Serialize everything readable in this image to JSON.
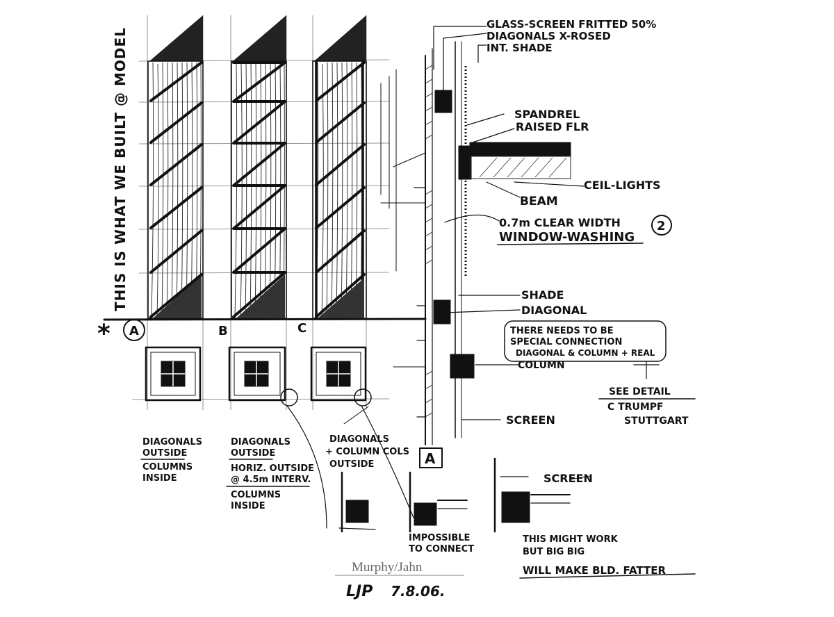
{
  "left_note": "THIS IS WHAT WE BUILT @ MODEL",
  "grid_labels": {
    "a": "A",
    "b": "B",
    "c": "C",
    "star": "*"
  },
  "section_tag": "A",
  "callouts": {
    "glass_screen": "GLASS-SCREEN FRITTED 50%",
    "diagonals_crossed": "DIAGONALS X-ROSED",
    "int_shade": "INT. SHADE",
    "spandrel": "SPANDREL",
    "raised_flr": "RAISED FLR",
    "ceil_lights": "CEIL-LIGHTS",
    "beam": "BEAM",
    "clear_width": "0.7m CLEAR WIDTH",
    "window_washing": "WINDOW-WASHING",
    "circled_number": "2",
    "shade": "SHADE",
    "diagonal": "DIAGONAL",
    "connection_1": "THERE NEEDS TO BE",
    "connection_2": "SPECIAL CONNECTION",
    "connection_3": "DIAGONAL & COLUMN + REAL",
    "column": "COLUMN",
    "see_detail_1": "SEE DETAIL",
    "see_detail_2": "C TRUMPF",
    "see_detail_3": "STUTTGART",
    "screen_right": "SCREEN",
    "screen_bottom": "SCREEN"
  },
  "options": [
    {
      "line1": "DIAGONALS",
      "line2": "OUTSIDE",
      "line3": "COLUMNS",
      "line4": "INSIDE"
    },
    {
      "line1": "DIAGONALS",
      "line2": "OUTSIDE",
      "line3": "HORIZ. OUTSIDE",
      "line4": "@ 4.5m INTERV.",
      "line5": "COLUMNS",
      "line6": "INSIDE"
    },
    {
      "line1": "DIAGONALS",
      "line2": "+ COLUMN COLS",
      "line3": "OUTSIDE"
    }
  ],
  "details": {
    "impossible_1": "IMPOSSIBLE",
    "impossible_2": "TO CONNECT",
    "might_1": "THIS MIGHT WORK",
    "might_2": "BUT BIG BIG",
    "might_3": "WILL MAKE BLD. FATTER"
  },
  "firm": "Murphy/Jahn",
  "signature": "LJP",
  "date": "7.8.06."
}
